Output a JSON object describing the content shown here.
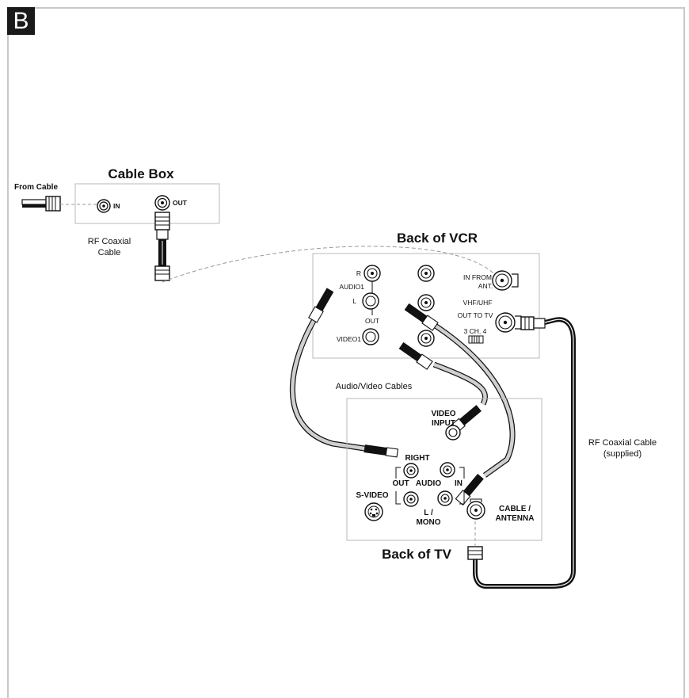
{
  "badge": "B",
  "cable_box": {
    "title": "Cable Box",
    "from_cable": "From Cable",
    "in_label": "IN",
    "out_label": "OUT",
    "rf_line1": "RF Coaxial",
    "rf_line2": "Cable"
  },
  "vcr": {
    "title": "Back of VCR",
    "r_label": "R",
    "audio1_label": "AUDIO1",
    "l_label": "L",
    "out_label": "OUT",
    "video1_label": "VIDEO1",
    "in_from_1": "IN FROM",
    "in_from_2": "ANT.",
    "vhf_uhf": "VHF/UHF",
    "out_to_tv": "OUT TO TV",
    "ch_switch": "3 CH. 4"
  },
  "av_cables_label": "Audio/Video Cables",
  "tv": {
    "title": "Back of TV",
    "video_1": "VIDEO",
    "video_2": "INPUT",
    "right": "RIGHT",
    "out": "OUT",
    "audio": "AUDIO",
    "in": "IN",
    "svideo": "S-VIDEO",
    "l_mono_1": "L /",
    "l_mono_2": "MONO",
    "cable_1": "CABLE /",
    "cable_2": "ANTENNA"
  },
  "rf_supplied_1": "RF Coaxial Cable",
  "rf_supplied_2": "(supplied)"
}
